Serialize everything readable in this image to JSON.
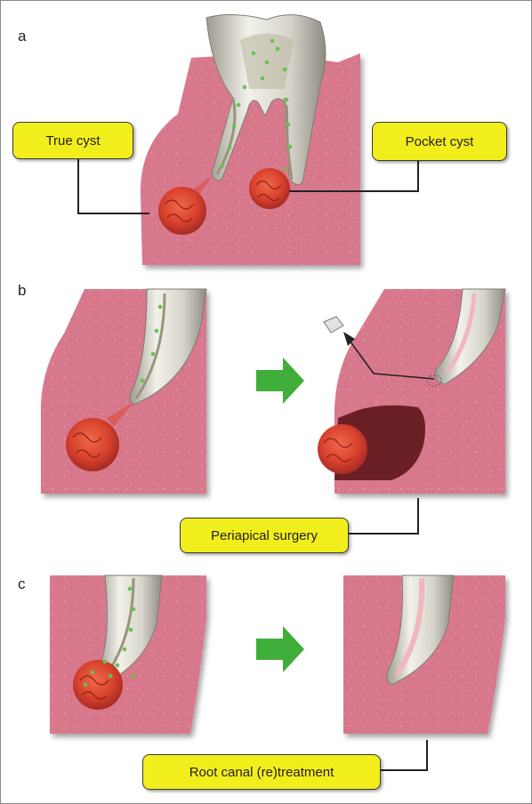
{
  "figure": {
    "panels": [
      {
        "letter": "a"
      },
      {
        "letter": "b"
      },
      {
        "letter": "c"
      }
    ],
    "labels": {
      "true_cyst": "True cyst",
      "pocket_cyst": "Pocket cyst",
      "periapical_surgery": "Periapical surgery",
      "root_canal_retreatment": "Root canal (re)treatment"
    },
    "colors": {
      "gum_tissue": "#d8788c",
      "callout_fill": "#f2ee1c",
      "arrow_green": "#3fae3a",
      "cyst_red": "#d8422e",
      "bone_defect": "#6a1f24",
      "tooth": "#d6d4ca",
      "bacteria_dot": "#66c24e",
      "filling_pink": "#f0b7bd"
    },
    "icons": [
      "process-arrow-icon",
      "pointer-arrow-icon"
    ]
  }
}
